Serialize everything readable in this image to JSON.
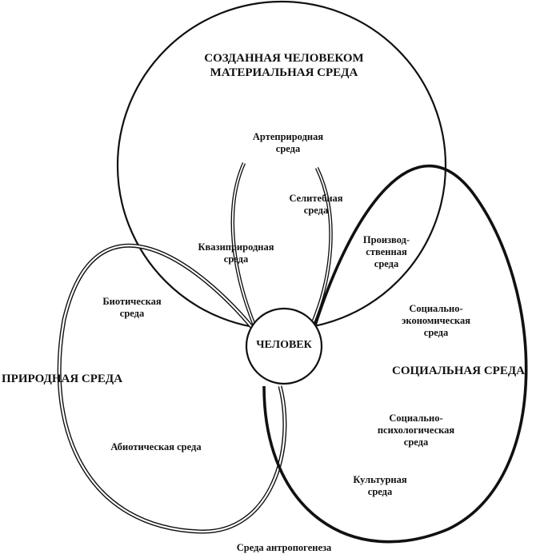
{
  "diagram": {
    "center": "ЧЕЛОВЕК",
    "regions": {
      "material": [
        "СОЗДАННАЯ ЧЕЛОВЕКОМ",
        "МАТЕРИАЛЬНАЯ СРЕДА"
      ],
      "natural": "ПРИРОДНАЯ СРЕДА",
      "social": "СОЦИАЛЬНАЯ СРЕДА"
    },
    "labels": {
      "artenatural": [
        "Артеприродная",
        "среда"
      ],
      "selitebnaya": [
        "Селитебная",
        "среда"
      ],
      "quasinatural": [
        "Квазиприродная",
        "среда"
      ],
      "production": [
        "Производ-",
        "ственная",
        "среда"
      ],
      "biotic": [
        "Биотическая",
        "среда"
      ],
      "socioeconomic": [
        "Социально-",
        "экономическая",
        "среда"
      ],
      "sociopsychological": [
        "Социально-",
        "психологическая",
        "среда"
      ],
      "abiotic": "Абиотическая среда",
      "cultural": [
        "Культурная",
        "среда"
      ],
      "anthropogenesis": "Среда антропогенеза"
    }
  }
}
